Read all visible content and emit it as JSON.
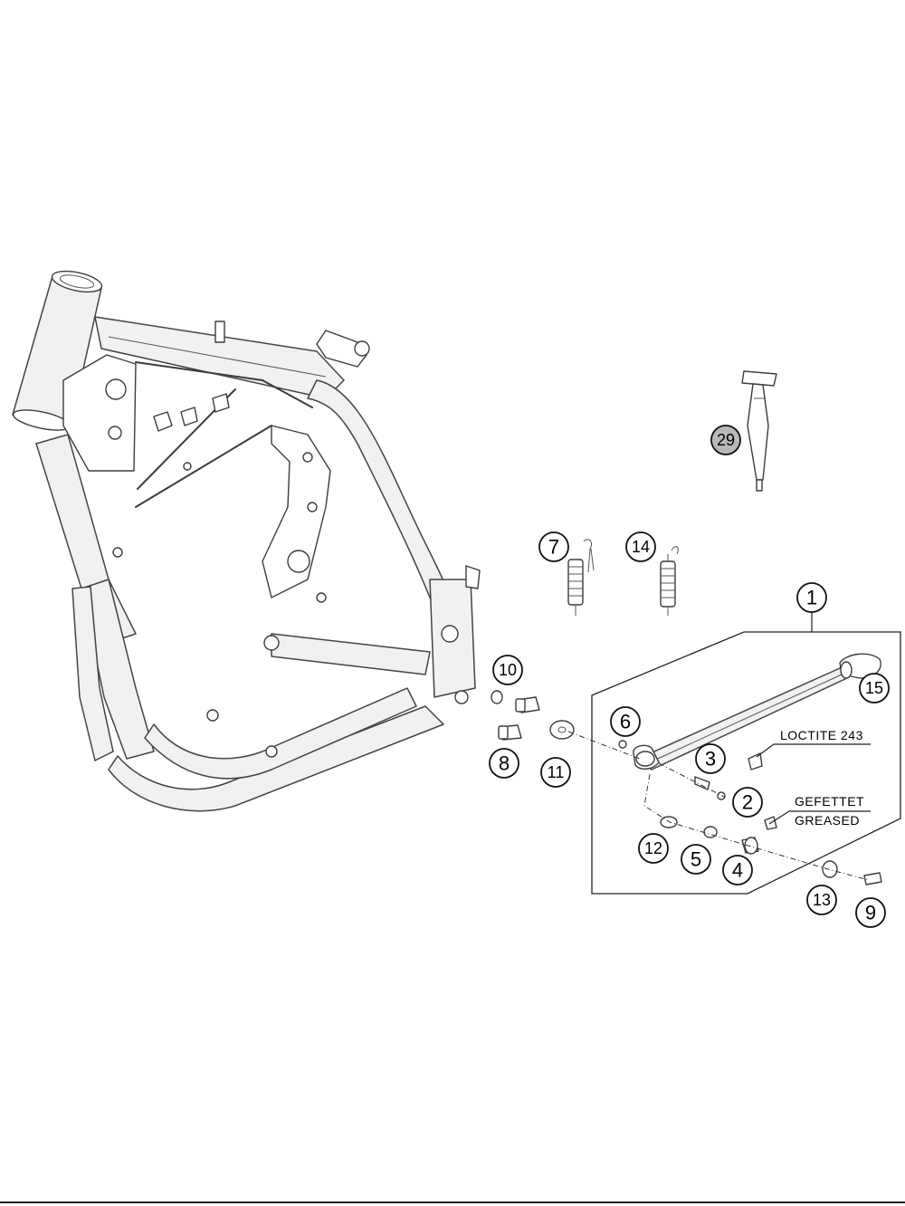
{
  "callouts": {
    "c1": "1",
    "c2": "2",
    "c3": "3",
    "c4": "4",
    "c5": "5",
    "c6": "6",
    "c7": "7",
    "c8": "8",
    "c9": "9",
    "c10": "10",
    "c11": "11",
    "c12": "12",
    "c13": "13",
    "c14": "14",
    "c15": "15",
    "c29": "29"
  },
  "notes": {
    "loctite": "LOCTITE 243",
    "greased_de": "GEFETTET",
    "greased_en": "GREASED"
  }
}
